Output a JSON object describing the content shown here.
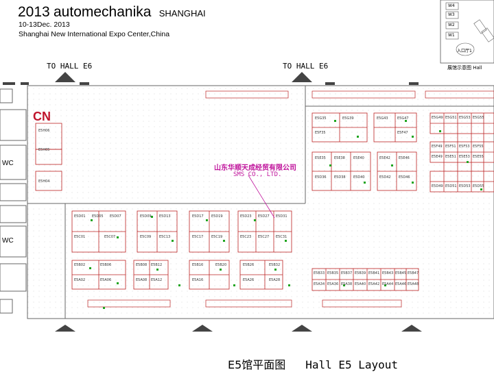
{
  "header": {
    "year": "2013",
    "event": "automechanika",
    "city": "SHANGHAI",
    "dates": "10-13Dec. 2013",
    "venue": "Shanghai New International Expo Center,China"
  },
  "entrances": {
    "left_label": "TO HALL E6",
    "right_label": "TO HALL E6"
  },
  "cn_label": "CN",
  "wc_top": "WC",
  "wc_bottom": "WC",
  "highlight": {
    "company_cn": "山东华顺天成经贸有限公司",
    "company_en": "SMS CO., LTD."
  },
  "inset": {
    "halls": [
      "W4",
      "W3",
      "W2",
      "W1"
    ],
    "entrance": "入口厅1",
    "caption": "展馆示意图  Hall"
  },
  "footer": {
    "cn": "E5馆平面图",
    "en": "Hall E5 Layout"
  },
  "booths": {
    "cn_left": [
      "E5H06",
      "E5H05",
      "E5H04"
    ],
    "block_a": [
      "E5D01",
      "E5D05",
      "E5D07",
      "E5C01",
      "E5C07"
    ],
    "block_b": [
      "E5D09",
      "E5D13",
      "E5C09",
      "E5C13"
    ],
    "block_c": [
      "E5D17",
      "E5D19",
      "E5C17",
      "E5C19"
    ],
    "block_d": [
      "E5D23",
      "E5D27",
      "E5D31",
      "E5C23",
      "E5C27",
      "E5C31"
    ],
    "block_e": [
      "E5B02",
      "E5B06",
      "E5A02",
      "E5A06"
    ],
    "block_f": [
      "E5B08",
      "E5B12",
      "E5A08",
      "E5A12"
    ],
    "block_g": [
      "E5B16",
      "E5B20",
      "E5A16"
    ],
    "block_h": [
      "E5B26",
      "E5B32",
      "E5A26",
      "E5A28"
    ],
    "right_top": [
      "E5G35",
      "E5G39",
      "E5F35",
      "E5G43",
      "E5G47",
      "E5F47"
    ],
    "right_mid": [
      "E5E35",
      "E5E38",
      "E5E40",
      "E5E42",
      "E5E46",
      "E5D36",
      "E5D38",
      "E5D40",
      "E5D42",
      "E5D46"
    ],
    "right_bottom": [
      "E5B33",
      "E5B35",
      "E5B37",
      "E5B39",
      "E5B41",
      "E5B43",
      "E5B45",
      "E5B47",
      "E5A34",
      "E5A36",
      "E5A38",
      "E5A40",
      "E5A42",
      "E5A44",
      "E5A46",
      "E5A48"
    ],
    "far_right": [
      "E5G49",
      "E5G51",
      "E5G53",
      "E5G55",
      "E5F49",
      "E5F51",
      "E5F53",
      "E5F55",
      "E5E49",
      "E5E51",
      "E5E53",
      "E5E55",
      "E5D49",
      "E5D51",
      "E5D53",
      "E5D55"
    ]
  }
}
